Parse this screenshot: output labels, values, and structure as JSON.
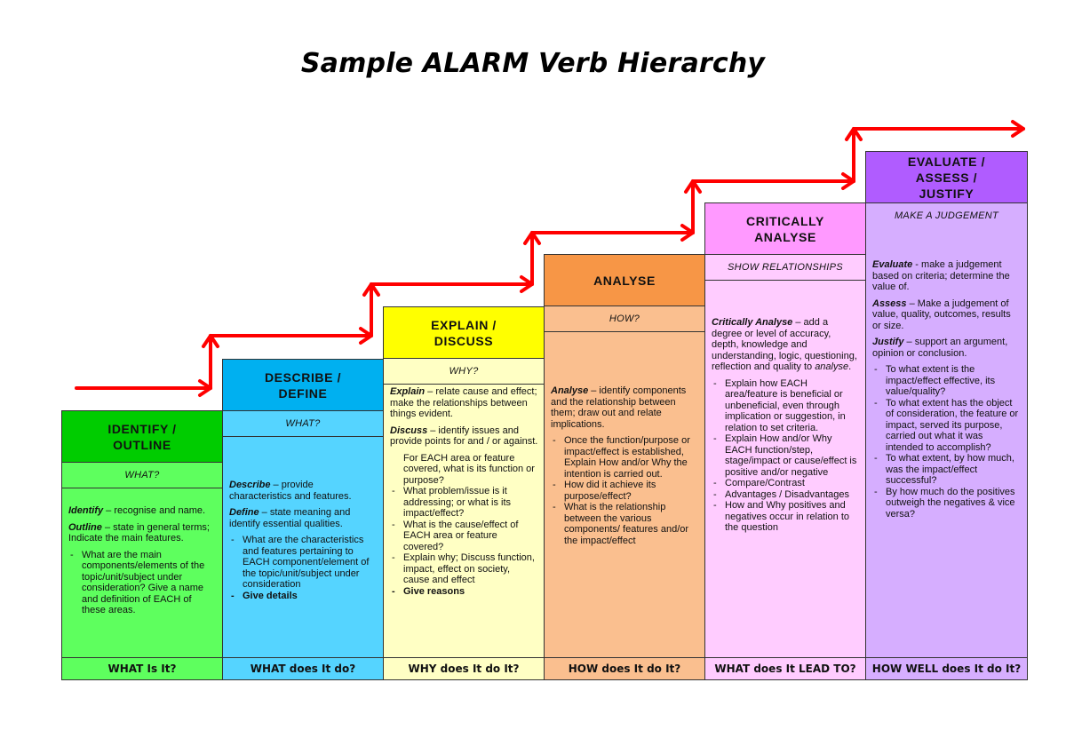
{
  "title": "Sample ALARM Verb Hierarchy",
  "colors": {
    "arrow": "#ff0000",
    "identify": {
      "header": "#00cc00",
      "body": "#5eff5e"
    },
    "describe": {
      "header": "#00b0f0",
      "body": "#55d4ff"
    },
    "explain": {
      "header": "#ffff00",
      "body": "#ffffc4"
    },
    "analyse": {
      "header": "#f79646",
      "body": "#fabf8f"
    },
    "critically": {
      "header": "#ff99ff",
      "body": "#ffccff"
    },
    "evaluate": {
      "header": "#b05cff",
      "body": "#d6aeff"
    }
  },
  "columns": [
    {
      "id": "identify",
      "header": "IDENTIFY /\nOUTLINE",
      "header_lines": [
        "IDENTIFY /",
        "OUTLINE"
      ],
      "question": "WHAT?",
      "definitions": [
        {
          "term": "Identify",
          "text": " – recognise and name."
        },
        {
          "term": "Outline",
          "text": " – state in general terms; Indicate the main features."
        }
      ],
      "bullets": [
        {
          "text": "What are the main components/elements of the topic/unit/subject under consideration? Give a name and definition of EACH of these areas.",
          "bold": false
        }
      ],
      "footer": "WHAT Is It?"
    },
    {
      "id": "describe",
      "header_lines": [
        "DESCRIBE /",
        "DEFINE"
      ],
      "question": "WHAT?",
      "definitions": [
        {
          "term": "Describe",
          "text": " – provide characteristics and features."
        },
        {
          "term": "Define",
          "text": " – state meaning and identify essential qualities."
        }
      ],
      "bullets": [
        {
          "text": "What are the characteristics and features pertaining to EACH component/element of the topic/unit/subject under consideration",
          "bold": false
        },
        {
          "text": "Give details",
          "bold": true
        }
      ],
      "footer": "WHAT does It do?"
    },
    {
      "id": "explain",
      "header_lines": [
        "EXPLAIN /",
        "DISCUSS"
      ],
      "question": "WHY?",
      "definitions": [
        {
          "term": "Explain",
          "text": " – relate cause and effect; make the relationships between things evident."
        },
        {
          "term": "Discuss",
          "text": " – identify issues and provide points for and / or against."
        }
      ],
      "bullets": [
        {
          "text": "For EACH area or feature covered, what is its function or purpose?",
          "bold": false,
          "nodash": true
        },
        {
          "text": "What problem/issue is it addressing; or what is its impact/effect?",
          "bold": false
        },
        {
          "text": "What is the cause/effect of EACH area or feature covered?",
          "bold": false
        },
        {
          "text": "Explain why; Discuss function, impact, effect on society, cause and effect",
          "bold": false
        },
        {
          "text": "Give reasons",
          "bold": true
        }
      ],
      "footer": "WHY does It do It?"
    },
    {
      "id": "analyse",
      "header_lines": [
        "ANALYSE"
      ],
      "question": "HOW?",
      "definitions": [
        {
          "term": "Analyse",
          "text": " – identify components and the relationship between them; draw out and relate implications."
        }
      ],
      "bullets": [
        {
          "text": "Once the function/purpose or impact/effect is established, Explain How and/or Why the intention is carried out.",
          "bold": false
        },
        {
          "text": "How did it achieve its purpose/effect?",
          "bold": false
        },
        {
          "text": "What is the relationship between the various components/ features and/or the impact/effect",
          "bold": false
        }
      ],
      "footer": "HOW does It do It?"
    },
    {
      "id": "critically",
      "header_lines": [
        "CRITICALLY",
        "ANALYSE"
      ],
      "question": "SHOW RELATIONSHIPS",
      "definitions": [
        {
          "term": "Critically Analyse",
          "text": " – add a degree or level of accuracy, depth, knowledge and understanding, logic, questioning, reflection and quality to ",
          "tail_italic": "analyse",
          "tail": "."
        }
      ],
      "bullets": [
        {
          "text": "Explain how EACH area/feature is beneficial or unbeneficial, even through implication or suggestion, in relation to set criteria.",
          "bold": false
        },
        {
          "text": "Explain How and/or Why EACH function/step, stage/impact or cause/effect is positive and/or negative",
          "bold": false
        },
        {
          "text": "Compare/Contrast",
          "bold": false
        },
        {
          "text": "Advantages / Disadvantages",
          "bold": false
        },
        {
          "text": "How and Why positives and negatives occur in relation to the question",
          "bold": false
        }
      ],
      "footer": "WHAT does It LEAD TO?"
    },
    {
      "id": "evaluate",
      "header_lines": [
        "EVALUATE /",
        "ASSESS /",
        "JUSTIFY"
      ],
      "question": "MAKE A JUDGEMENT",
      "definitions": [
        {
          "term": "Evaluate",
          "text": " - make a judgement based on criteria; determine the value of."
        },
        {
          "term": "Assess",
          "text": " – Make a judgement of value, quality, outcomes, results or size."
        },
        {
          "term": "Justify",
          "text": " – support an argument, opinion or conclusion."
        }
      ],
      "bullets": [
        {
          "text": "To what extent is the impact/effect effective, its value/quality?",
          "bold": false
        },
        {
          "text": "To what extent has the object of consideration, the feature or impact, served its purpose, carried out what it was intended to accomplish?",
          "bold": false
        },
        {
          "text": "To what extent, by how much, was the impact/effect successful?",
          "bold": false
        },
        {
          "text": "By how much do the positives outweigh the negatives & vice versa?",
          "bold": false
        }
      ],
      "footer": "HOW WELL does It do It?"
    }
  ]
}
